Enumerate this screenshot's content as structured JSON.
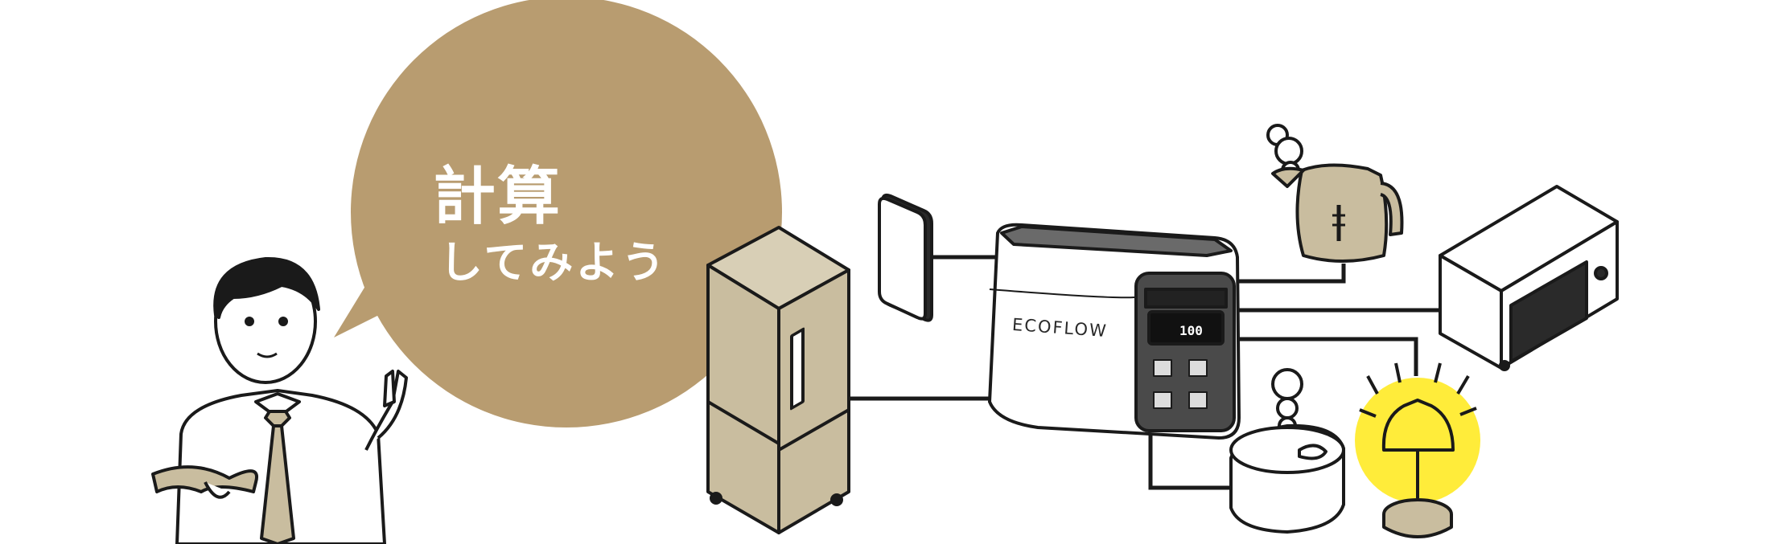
{
  "bubble": {
    "title": "計算",
    "subtitle": "してみよう",
    "color": "#b89c70"
  },
  "power_station": {
    "brand": "ECOFLOW",
    "display_value": "100"
  },
  "colors": {
    "appliance_fill": "#c9bd9f",
    "line": "#1a1a1a",
    "lamp_glow": "#ffec3a",
    "outlet_panel": "#555555"
  },
  "icons": [
    "refrigerator-icon",
    "wall-socket-icon",
    "kettle-icon",
    "microwave-icon",
    "rice-cooker-icon",
    "lamp-icon",
    "person-icon"
  ]
}
